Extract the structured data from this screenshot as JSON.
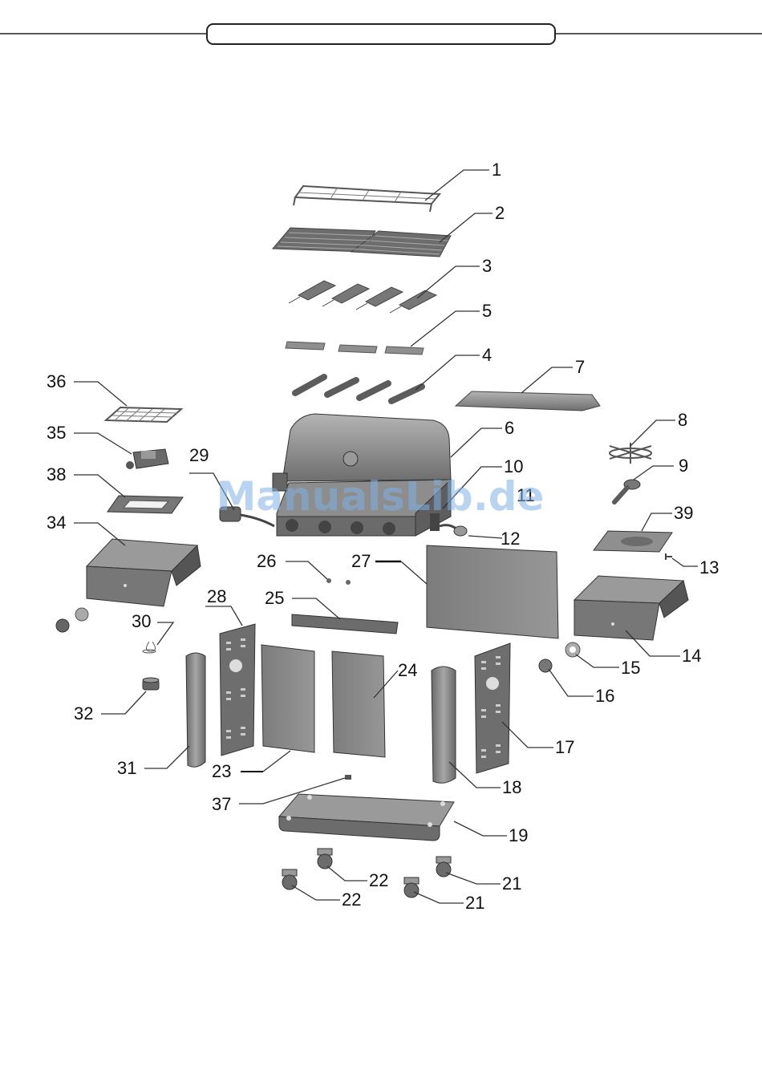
{
  "header": {
    "title": ""
  },
  "watermark": "ManualsLib.de",
  "colors": {
    "part_fill": "#8a8a8a",
    "part_dark": "#5e5e5e",
    "part_light": "#b0b0b0",
    "line": "#333333",
    "watermark": "#7fb0e6"
  },
  "callouts": [
    {
      "id": "c1",
      "label": "1"
    },
    {
      "id": "c2",
      "label": "2"
    },
    {
      "id": "c3",
      "label": "3"
    },
    {
      "id": "c5",
      "label": "5"
    },
    {
      "id": "c4",
      "label": "4"
    },
    {
      "id": "c7",
      "label": "7"
    },
    {
      "id": "c6",
      "label": "6"
    },
    {
      "id": "c8",
      "label": "8"
    },
    {
      "id": "c10",
      "label": "10"
    },
    {
      "id": "c11",
      "label": "11"
    },
    {
      "id": "c9",
      "label": "9"
    },
    {
      "id": "c39",
      "label": "39"
    },
    {
      "id": "c12",
      "label": "12"
    },
    {
      "id": "c13",
      "label": "13"
    },
    {
      "id": "c36",
      "label": "36"
    },
    {
      "id": "c35",
      "label": "35"
    },
    {
      "id": "c29",
      "label": "29"
    },
    {
      "id": "c38",
      "label": "38"
    },
    {
      "id": "c34",
      "label": "34"
    },
    {
      "id": "c26",
      "label": "26"
    },
    {
      "id": "c27",
      "label": "27"
    },
    {
      "id": "c25",
      "label": "25"
    },
    {
      "id": "c28",
      "label": "28"
    },
    {
      "id": "c30",
      "label": "30"
    },
    {
      "id": "c24",
      "label": "24"
    },
    {
      "id": "c14",
      "label": "14"
    },
    {
      "id": "c15",
      "label": "15"
    },
    {
      "id": "c16",
      "label": "16"
    },
    {
      "id": "c17",
      "label": "17"
    },
    {
      "id": "c32",
      "label": "32"
    },
    {
      "id": "c31",
      "label": "31"
    },
    {
      "id": "c23",
      "label": "23"
    },
    {
      "id": "c18",
      "label": "18"
    },
    {
      "id": "c37",
      "label": "37"
    },
    {
      "id": "c19",
      "label": "19"
    },
    {
      "id": "c22a",
      "label": "22"
    },
    {
      "id": "c21a",
      "label": "21"
    },
    {
      "id": "c22b",
      "label": "22"
    },
    {
      "id": "c21b",
      "label": "21"
    }
  ]
}
